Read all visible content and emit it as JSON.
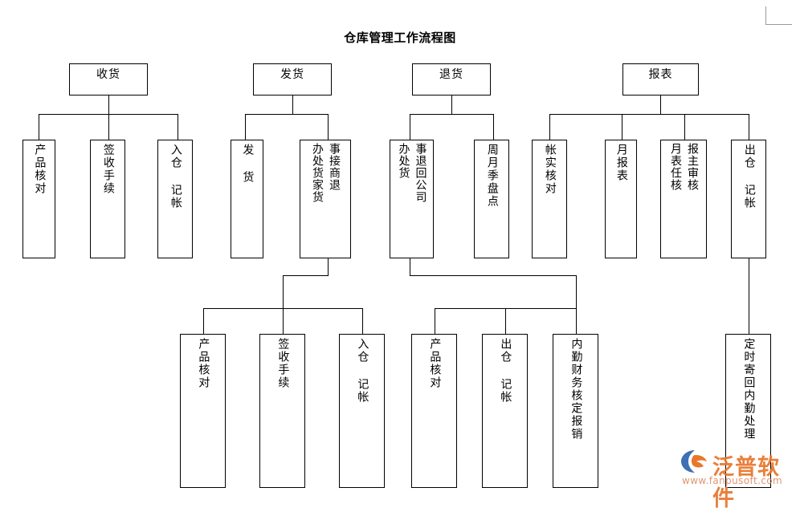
{
  "document": {
    "title": "仓库管理工作流程图",
    "corner_mark": "page-margin-corner"
  },
  "watermark": {
    "brand": "泛普软件",
    "url": "www.fanpusoft.com",
    "logo_blue": "#3f6fb5",
    "logo_orange": "#e8762c"
  },
  "colors": {
    "line": "#000000",
    "box_border": "#000000",
    "background": "#ffffff",
    "corner": "#9a9a9a"
  },
  "chart_data": {
    "type": "diagram",
    "title": "仓库管理工作流程图",
    "orientation": "top-down tree, vertical CJK text in leaf boxes",
    "roots": [
      "收货",
      "发货",
      "退货",
      "报表"
    ]
  },
  "nodes": {
    "root_shouhuo": {
      "label": "收货"
    },
    "root_fahuo": {
      "label": "发货"
    },
    "root_tuihuo": {
      "label": "退货"
    },
    "root_baobiao": {
      "label": "报表"
    },
    "sh_1": {
      "label": "产品核对"
    },
    "sh_2": {
      "label": "签收手续"
    },
    "sh_3": {
      "label": "入仓 记帐"
    },
    "fh_1": {
      "label": "发 货"
    },
    "fh_2": {
      "col_right": "事接商退",
      "col_left": "办处货家货"
    },
    "th_1": {
      "col_right": "事退回公司",
      "col_left": "办处货"
    },
    "th_2": {
      "label": "周月季盘点"
    },
    "bb_1": {
      "label": "帐实核对"
    },
    "bb_2": {
      "label": "月报表"
    },
    "bb_3": {
      "col_right": "报主审核",
      "col_left": "月表任核"
    },
    "bb_4": {
      "label": "出仓 记帐"
    },
    "fh2_1": {
      "label": "产品核对"
    },
    "fh2_2": {
      "label": "签收手续"
    },
    "fh2_3": {
      "label": "入仓 记帐"
    },
    "th1_1": {
      "label": "产品核对"
    },
    "th1_2": {
      "label": "出仓 记帐"
    },
    "th1_3": {
      "label": "内勤财务核定报销"
    },
    "bb4_1": {
      "label": "定时寄回内勤处理"
    }
  }
}
